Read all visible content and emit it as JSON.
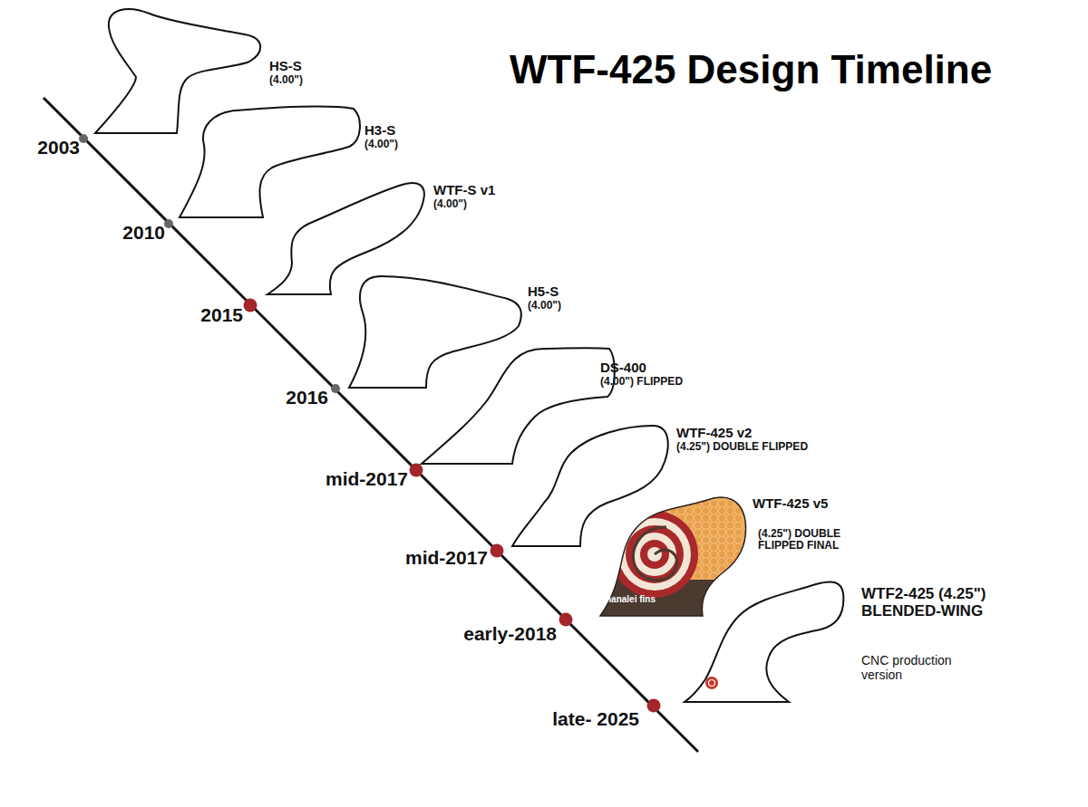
{
  "diagram": {
    "title": "WTF-425 Design Timeline",
    "nodes": [
      {
        "text": [
          "HS-S",
          "(4.00\")"
        ]
      },
      {
        "text": [
          "H3-S",
          "(4.00\")"
        ]
      },
      {
        "text": [
          "WTF-S v1",
          "(4.00\")"
        ]
      },
      {
        "text": [
          "H5-S",
          "(4.00\")"
        ]
      },
      {
        "text": [
          "DS-400",
          "(4.00\") FLIPPED"
        ]
      },
      {
        "text": [
          "WTF-425 v2",
          "(4.25\") DOUBLE FLIPPED"
        ]
      },
      {
        "text": [
          "WTF-425 v5",
          "(4.25\") DOUBLE FLIPPED FINAL",
          "hanalei fins"
        ]
      },
      {
        "text": [
          "WTF2-425 (4.25\") BLENDED-WING",
          "CNC production version"
        ]
      }
    ],
    "labels": [
      "2003",
      "2010",
      "2015",
      "2016",
      "mid-2017",
      "mid-2017",
      "early-2018",
      "late- 2025"
    ]
  }
}
